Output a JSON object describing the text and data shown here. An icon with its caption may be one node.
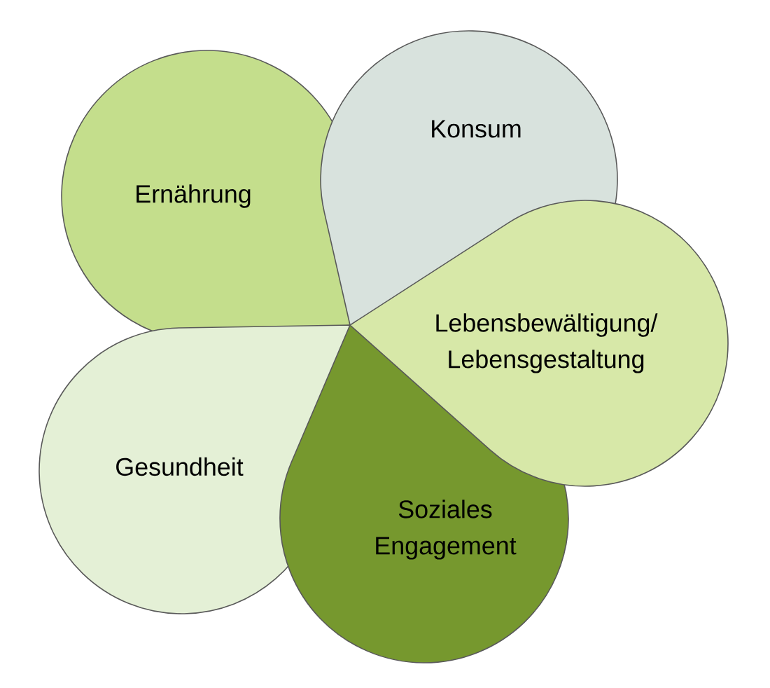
{
  "diagram": {
    "nodes": [
      {
        "text": [
          "Konsum"
        ]
      },
      {
        "text": [
          "Ernährung"
        ]
      },
      {
        "text": [
          "Lebensbewältigung/ Lebensgestaltung"
        ]
      },
      {
        "text": [
          "Gesundheit"
        ]
      },
      {
        "text": [
          "Soziales Engagement"
        ]
      }
    ]
  }
}
